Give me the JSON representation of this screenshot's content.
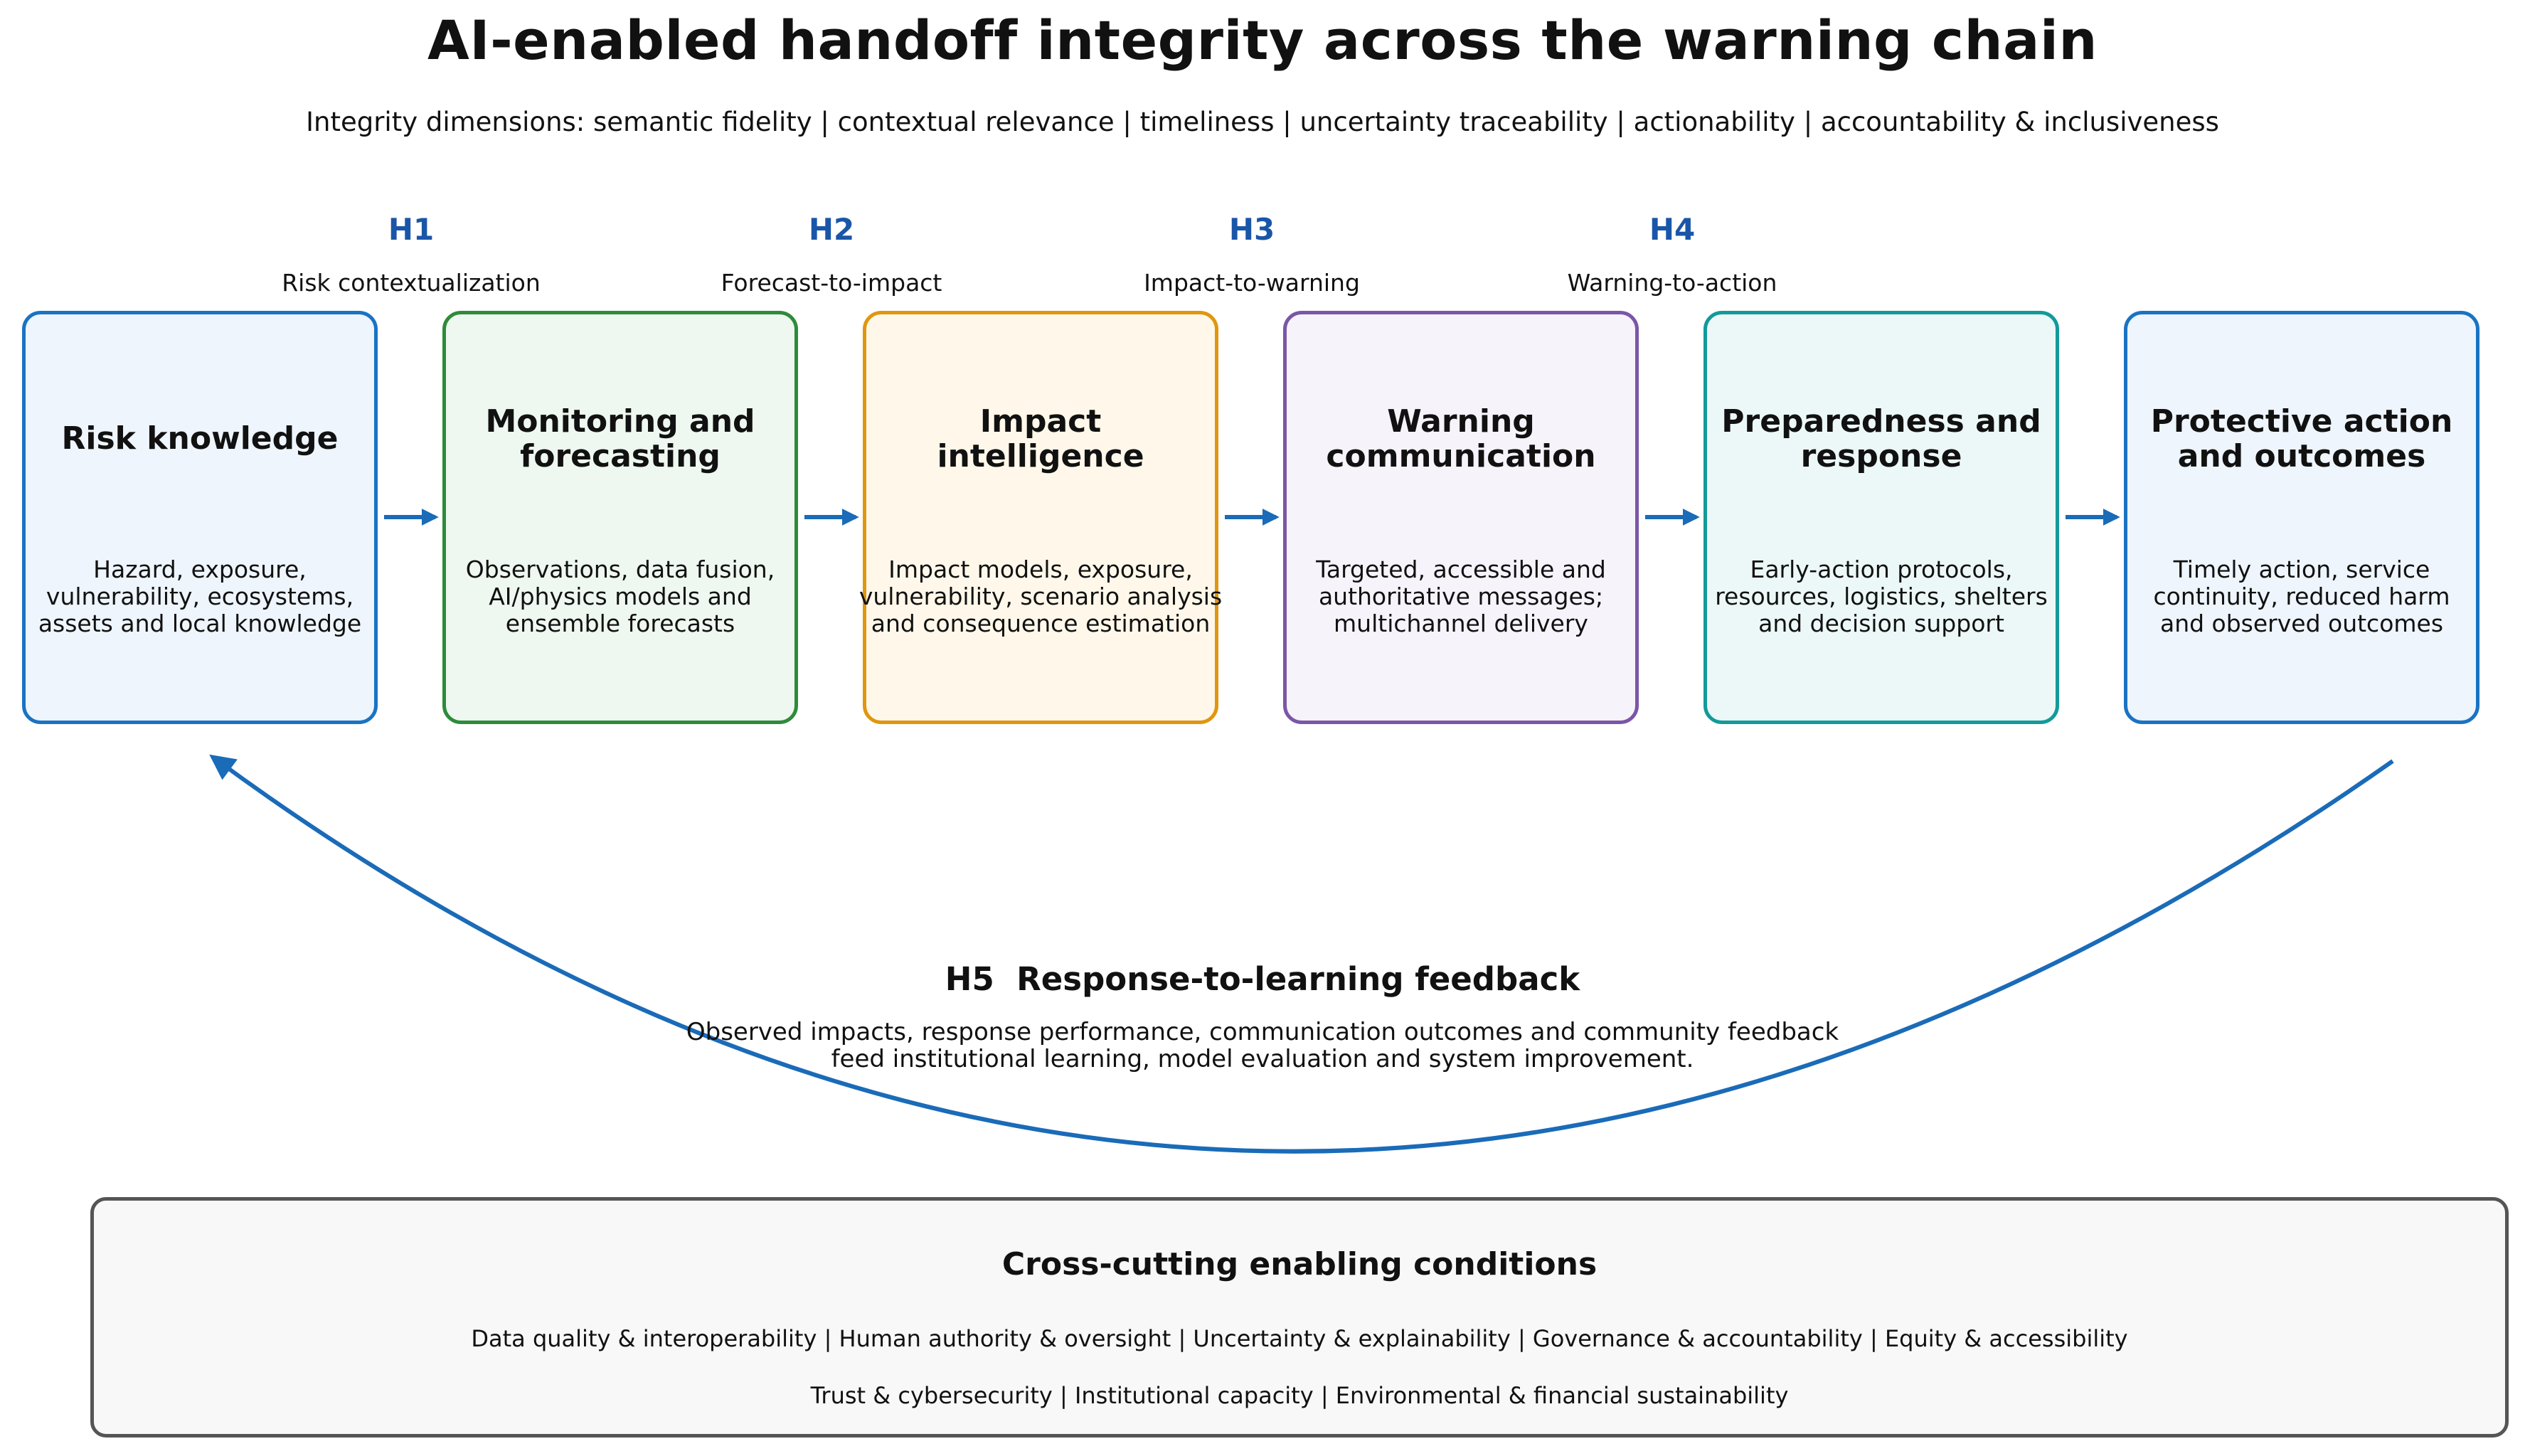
{
  "title": "AI-enabled handoff integrity across the warning chain",
  "subtitle": "Integrity dimensions: semantic fidelity | contextual relevance | timeliness | uncertainty traceability | actionability | accountability & inclusiveness",
  "handoffs": [
    {
      "code": "H1",
      "label": "Risk contextualization"
    },
    {
      "code": "H2",
      "label": "Forecast-to-impact"
    },
    {
      "code": "H3",
      "label": "Impact-to-warning"
    },
    {
      "code": "H4",
      "label": "Warning-to-action"
    }
  ],
  "stages": [
    {
      "title": "Risk knowledge",
      "desc": "Hazard, exposure,\nvulnerability, ecosystems,\nassets and local knowledge",
      "border": "#1a73c2",
      "fill": "#eef5fc"
    },
    {
      "title": "Monitoring and forecasting",
      "desc": "Observations, data fusion,\nAI/physics models and\nensemble forecasts",
      "border": "#2e8b3a",
      "fill": "#eef7f0"
    },
    {
      "title": "Impact intelligence",
      "desc": "Impact models, exposure,\nvulnerability, scenario analysis\nand consequence estimation",
      "border": "#e0960f",
      "fill": "#fff8ea"
    },
    {
      "title": "Warning communication",
      "desc": "Targeted, accessible and\nauthoritative messages;\nmultichannel delivery",
      "border": "#7b56a6",
      "fill": "#f7f3fb"
    },
    {
      "title": "Preparedness and response",
      "desc": "Early-action protocols,\nresources, logistics, shelters\nand decision support",
      "border": "#129a9a",
      "fill": "#ecf8f7"
    },
    {
      "title": "Protective action and outcomes",
      "desc": "Timely action, service\ncontinuity, reduced harm\nand observed outcomes",
      "border": "#1a73c2",
      "fill": "#eef5fc"
    }
  ],
  "feedback": {
    "code": "H5",
    "title": "Response-to-learning feedback",
    "desc": "Observed impacts, response performance, communication outcomes and community feedback\nfeed institutional learning, model evaluation and system improvement."
  },
  "cross_cutting": {
    "title": "Cross-cutting enabling conditions",
    "line1": "Data quality & interoperability | Human authority & oversight | Uncertainty & explainability | Governance & accountability | Equity & accessibility",
    "line2": "Trust & cybersecurity | Institutional capacity | Environmental & financial sustainability"
  },
  "colors": {
    "arrow": "#1a6bb8",
    "handoff_code": "#1a56a8"
  }
}
